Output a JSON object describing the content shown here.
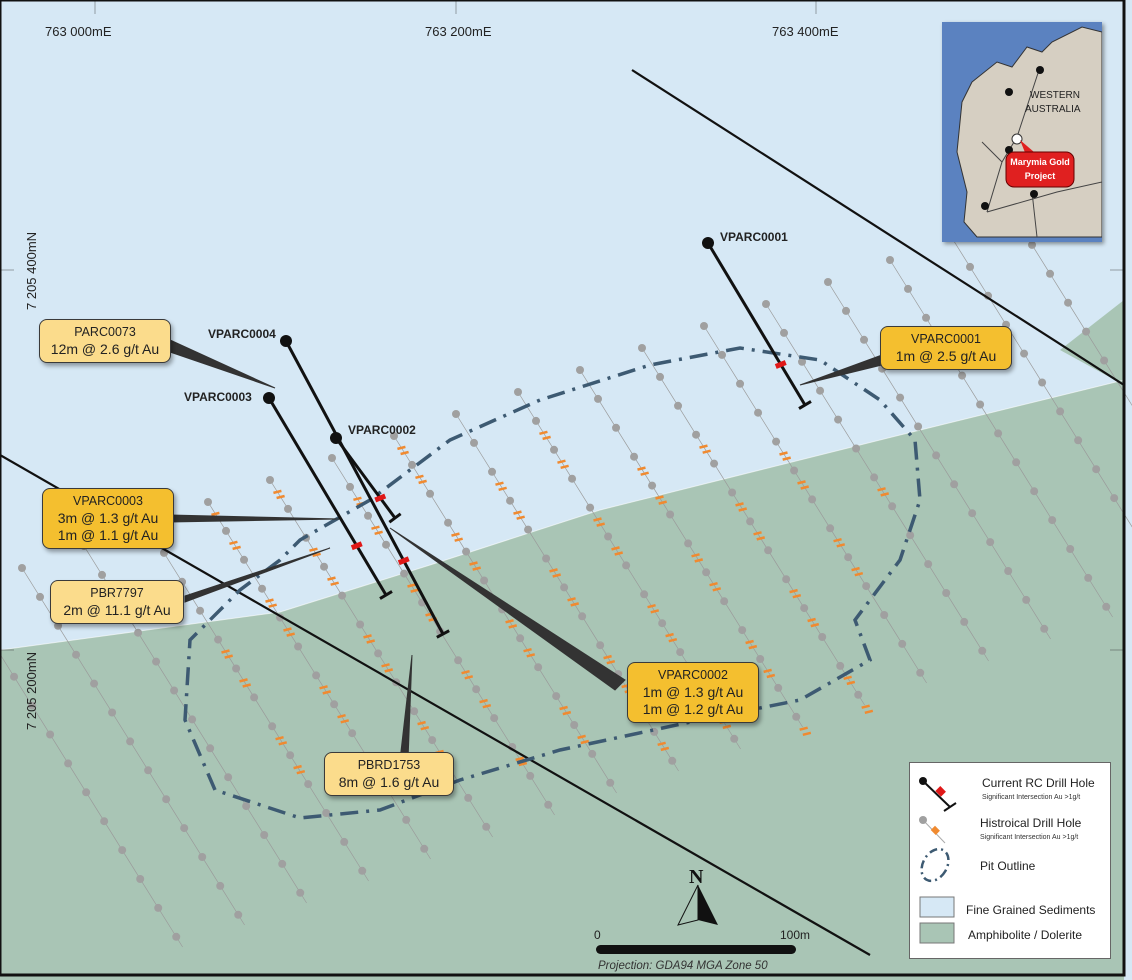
{
  "map": {
    "colors": {
      "sediments": "#d6e8f5",
      "amphibolite": "#a9c5b5",
      "historic_collar": "#a0a0a0",
      "intercept_historic": "#f08a30",
      "intercept_current": "#e01818",
      "label_light": "#fbdc8c",
      "label_dark": "#f4bf2f"
    }
  },
  "grid": {
    "eastings": [
      "763 000mE",
      "763 200mE",
      "763 400mE"
    ],
    "northings": [
      "7 205 400mN",
      "7 205 200mN"
    ]
  },
  "collars": [
    "VPARC0001",
    "VPARC0002",
    "VPARC0003",
    "VPARC0004"
  ],
  "labels": [
    {
      "hole": "PARC0073",
      "lines": [
        "12m @ 2.6 g/t Au"
      ]
    },
    {
      "hole": "VPARC0003",
      "lines": [
        "3m @ 1.3 g/t Au",
        "1m @ 1.1 g/t Au"
      ]
    },
    {
      "hole": "PBR7797",
      "lines": [
        "2m @ 11.1 g/t Au"
      ]
    },
    {
      "hole": "PBRD1753",
      "lines": [
        "8m @ 1.6 g/t Au"
      ]
    },
    {
      "hole": "VPARC0002",
      "lines": [
        "1m @ 1.3 g/t Au",
        "1m @ 1.2 g/t Au"
      ]
    },
    {
      "hole": "VPARC0001",
      "lines": [
        "1m @ 2.5 g/t Au"
      ]
    }
  ],
  "inset": {
    "region": "WESTERN",
    "region2": "AUSTRALIA",
    "project": "Marymia Gold",
    "project2": "Project"
  },
  "legend": {
    "current": "Current RC Drill Hole",
    "current_sub": "Significant Intersection Au >1g/t",
    "historic": "Histroical Drill Hole",
    "historic_sub": "Significant Intersection Au >1g/t",
    "pit": "Pit Outline",
    "sed": "Fine Grained Sediments",
    "amph": "Amphibolite / Dolerite"
  },
  "scale": {
    "start": "0",
    "end": "100m"
  },
  "north": "N",
  "projection": "Projection: GDA94 MGA Zone 50"
}
